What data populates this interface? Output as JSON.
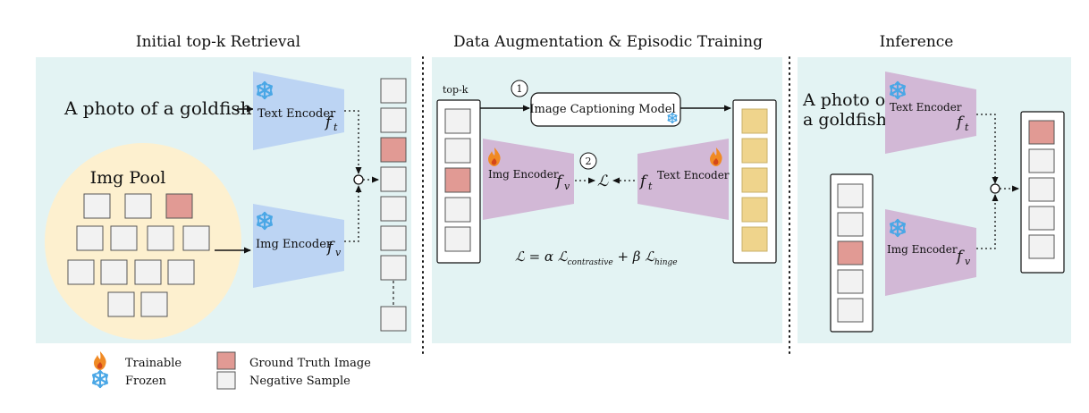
{
  "panels": {
    "retrieval": {
      "title": "Initial top-k Retrieval",
      "query_text": "A photo of a goldfish",
      "text_encoder_label": "Text Encoder",
      "text_encoder_symbol": "f",
      "text_encoder_subscript": "t",
      "img_encoder_label": "Img Encoder",
      "img_encoder_symbol": "f",
      "img_encoder_subscript": "v",
      "pool_label": "Img Pool"
    },
    "training": {
      "title": "Data Augmentation & Episodic Training",
      "topk_label": "top-k",
      "step1": "1",
      "step2": "2",
      "captioning_label": "Image Captioning Model",
      "img_encoder_label": "Img Encoder",
      "img_encoder_symbol": "f",
      "img_encoder_subscript": "v",
      "text_encoder_label": "Text Encoder",
      "text_encoder_symbol": "f",
      "text_encoder_subscript": "t",
      "loss_symbol": "ℒ",
      "loss_formula": {
        "lhs": "ℒ = α ℒ",
        "sub1": "contrastive",
        "mid": " + β ℒ",
        "sub2": "hinge"
      }
    },
    "inference": {
      "title": "Inference",
      "query_line1": "A photo of",
      "query_line2": "a goldfish",
      "text_encoder_label": "Text Encoder",
      "text_encoder_symbol": "f",
      "text_encoder_subscript": "t",
      "img_encoder_label": "Img Encoder",
      "img_encoder_symbol": "f",
      "img_encoder_subscript": "v"
    }
  },
  "legend": {
    "trainable": "Trainable",
    "frozen": "Frozen",
    "ground_truth": "Ground Truth Image",
    "negative": "Negative Sample"
  },
  "colors": {
    "panel_bg": "#e3f3f3",
    "pool_bg": "#fdf0cf",
    "encoder_blue": "#bcd4f3",
    "encoder_purple": "#d2b8d6",
    "ground_truth": "#e19a94",
    "negative": "#f2f2f2",
    "caption_yellow": "#efd48c",
    "snowflake": "#4aa7e6",
    "flame": "#e56a1c"
  },
  "icons": [
    "snowflake-icon",
    "flame-icon"
  ]
}
